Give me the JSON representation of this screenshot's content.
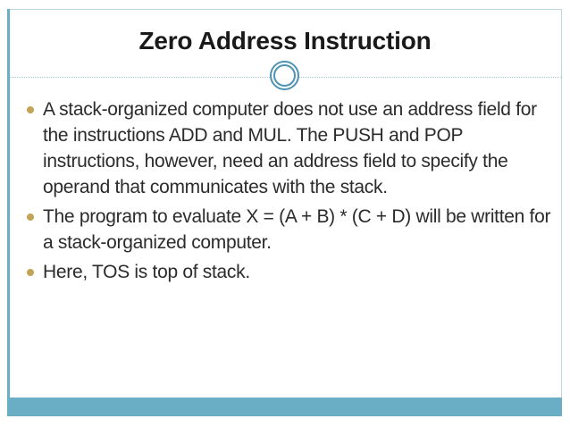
{
  "slide": {
    "title": "Zero Address Instruction",
    "bullets": [
      "A stack-organized computer does not use an address field for the instructions ADD and MUL. The PUSH and POP instructions, however, need an address field to specify the operand that communicates with the stack.",
      "The program to evaluate X = (A + B) * (C + D) will be written for a stack-organized computer.",
      "Here, TOS is top of stack."
    ],
    "colors": {
      "accent_teal": "#6aaec6",
      "frame_border_light_blue": "#b9d8e3",
      "separator_dotted_blue": "#a3c9da",
      "ornament_ring_blue": "#4f93b2",
      "bullet_gold": "#c3a457",
      "title_text": "#1a1a1a",
      "body_text": "#2b2b2b"
    }
  }
}
